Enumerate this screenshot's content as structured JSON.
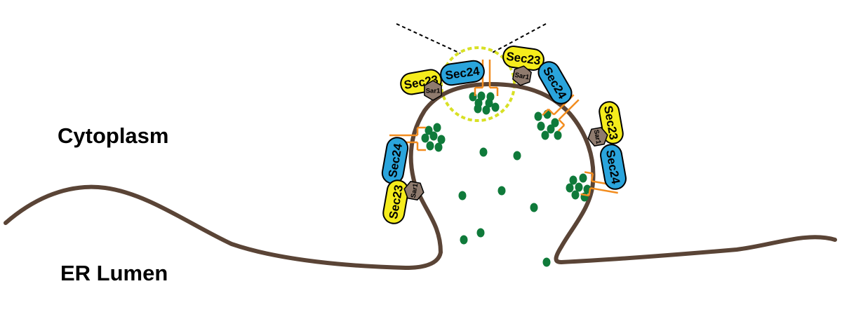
{
  "labels": {
    "cytoplasm": "Cytoplasm",
    "er_lumen": "ER Lumen"
  },
  "proteins": {
    "sec23": "Sec23",
    "sec24": "Sec24",
    "sar1": "Sar1"
  },
  "colors": {
    "membrane": "#5a4436",
    "sec23": "#f5ec1c",
    "sec24": "#2aa4dc",
    "sar1": "#8f7b6e",
    "cargo": "#0f7a3a",
    "receptor": "#f28c1e",
    "highlight_circle": "#d8e024"
  }
}
